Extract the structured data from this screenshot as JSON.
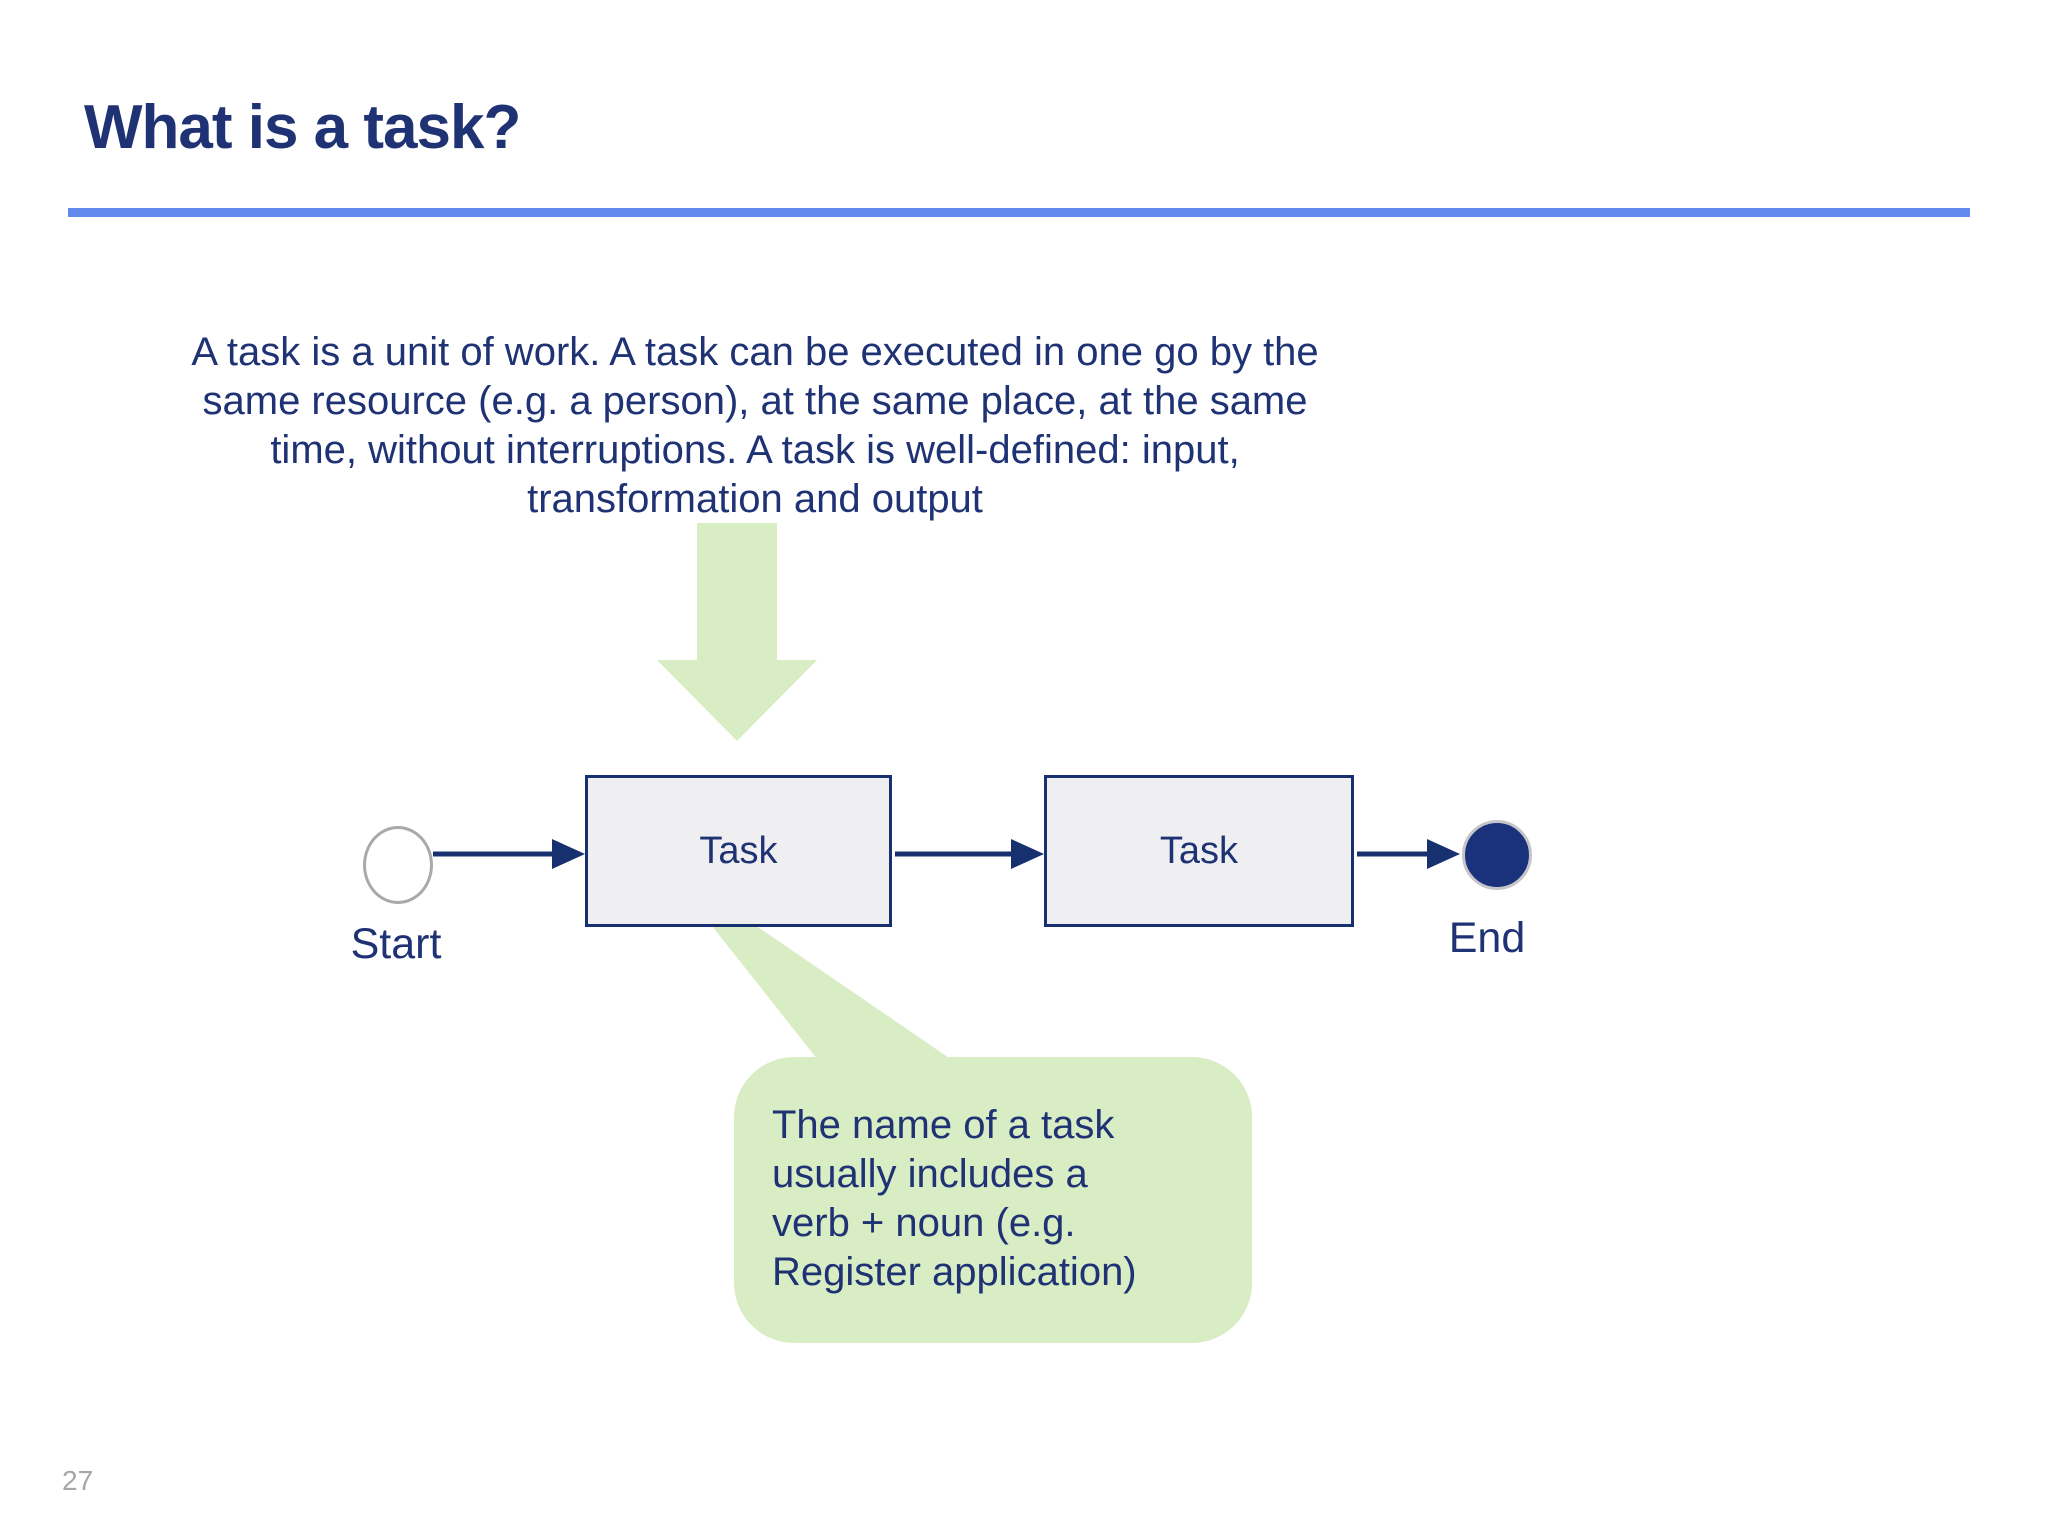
{
  "slide": {
    "title": "What is a task?",
    "page_number": "27",
    "description_lines": [
      "A task is a unit of work. A task can be executed in one go by the",
      "same resource (e.g. a person), at the same place, at the same",
      "time, without interruptions. A task is well-defined: input,",
      "transformation and output"
    ],
    "colors": {
      "navy_text": "#1E3274",
      "accent_rule_blue": "#6189EE",
      "callout_green": "#D9EDC5",
      "task_box_fill": "#EFEFF2",
      "task_box_border": "#17306F",
      "start_event_border": "#A9A9A9",
      "end_event_fill": "#1A327B",
      "page_number_gray": "#A6A6A6"
    },
    "diagram": {
      "start_label": "Start",
      "end_label": "End",
      "task1_label": "Task",
      "task2_label": "Task"
    },
    "callout": {
      "lines": [
        "The name of a task",
        "usually includes a",
        "verb + noun (e.g.",
        "Register application)"
      ]
    }
  }
}
